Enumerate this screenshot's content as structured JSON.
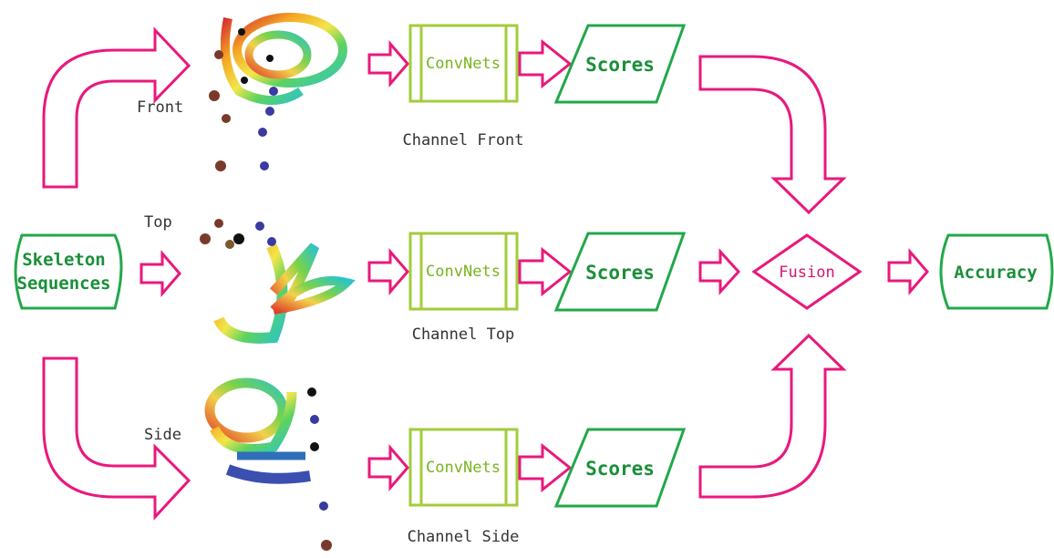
{
  "input": {
    "line1": "Skeleton",
    "line2": "Sequences"
  },
  "views": {
    "front": "Front",
    "top": "Top",
    "side": "Side"
  },
  "channels": [
    {
      "convnet": "ConvNets",
      "scores": "Scores",
      "caption": "Channel Front"
    },
    {
      "convnet": "ConvNets",
      "scores": "Scores",
      "caption": "Channel Top"
    },
    {
      "convnet": "ConvNets",
      "scores": "Scores",
      "caption": "Channel Side"
    }
  ],
  "fusion": "Fusion",
  "output": "Accuracy",
  "colors": {
    "arrow": "#e8197c",
    "terminal": "#22a84a",
    "convnet": "#a3cc3a",
    "scores": "#22a84a",
    "fusion": "#e8197c"
  }
}
